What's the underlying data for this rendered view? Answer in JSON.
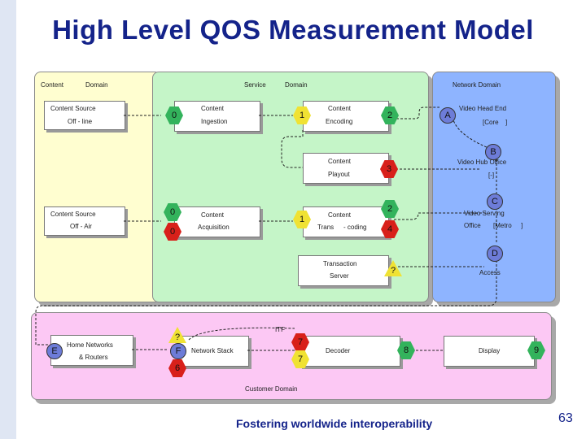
{
  "slide": {
    "title": "High Level QOS Measurement Model",
    "footer": "Fostering worldwide interoperability",
    "page_number": "63"
  },
  "domains": {
    "content_domain_a": "Content",
    "content_domain_b": "Domain",
    "service_domain_a": "Service",
    "service_domain_b": "Domain",
    "network_domain": "Network Domain",
    "customer_domain": "Customer Domain"
  },
  "content_sources": {
    "offline_title": "Content Source",
    "offline_sub": "Off - line",
    "offair_title": "Content Source",
    "offair_sub": "Off - Air"
  },
  "service_boxes": {
    "ingestion_a": "Content",
    "ingestion_b": "Ingestion",
    "encoding_a": "Content",
    "encoding_b": "Encoding",
    "playout_a": "Content",
    "playout_b": "Playout",
    "acquisition_a": "Content",
    "acquisition_b": "Acquisition",
    "transcoding_a": "Content",
    "transcoding_b": "Trans",
    "transcoding_c": "- coding",
    "transaction_a": "Transaction",
    "transaction_b": "Server"
  },
  "network_nodes": {
    "head_end_a": "Video Head End",
    "head_end_b": "[Core",
    "head_end_c": "]",
    "hub_a": "Video Hub Office",
    "hub_b": "[-]",
    "serving_a": "Video Serving",
    "serving_b": "Office",
    "serving_c": "[Metro",
    "serving_d": "]",
    "access": "Access"
  },
  "customer": {
    "home_a": "Home Networks",
    "home_b": "& Routers",
    "network_stack": "Network Stack",
    "itf": "ITF",
    "decoder": "Decoder",
    "display": "Display"
  },
  "markers": {
    "m0a": "0",
    "m1a": "1",
    "m2a": "2",
    "m3": "3",
    "m0b": "0",
    "m0c": "0",
    "m1b": "1",
    "m2b": "2",
    "m4": "4",
    "q1": "?",
    "q2": "?",
    "m7a": "7",
    "m7b": "7",
    "m6": "6",
    "m8": "8",
    "m9": "9",
    "A": "A",
    "B": "B",
    "C": "C",
    "D": "D",
    "E": "E",
    "F": "F"
  },
  "colors": {
    "title": "#14238a",
    "content_domain": "#fffed0",
    "service_domain": "#c5f5c8",
    "network_domain": "#8eb4ff",
    "customer_domain": "#fcc8f4",
    "marker_red": "#d8201a",
    "marker_yellow": "#f0e233",
    "marker_green": "#33b35c",
    "node_blue": "#6d7cd8"
  }
}
